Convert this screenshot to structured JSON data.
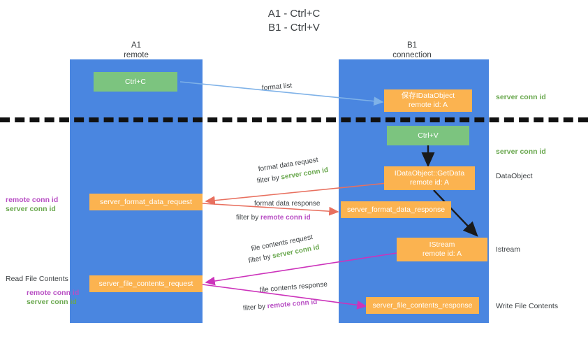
{
  "title": "A1 - Ctrl+C\nB1 - Ctrl+V",
  "columns": {
    "a1": "A1\nremote",
    "b1": "B1\nconnection"
  },
  "boxes": {
    "ctrl_c": "Ctrl+C",
    "ctrl_v": "Ctrl+V",
    "save_idataobject_l1": "保存IDataObject",
    "save_idataobject_l2": "remote id: A",
    "getdata_l1": "IDataObject::GetData",
    "getdata_l2": "remote id: A",
    "istream_l1": "IStream",
    "istream_l2": "remote id: A",
    "server_format_data_request": "server_format_data_request",
    "server_format_data_response": "server_format_data_response",
    "server_file_contents_request": "server_file_contents_request",
    "server_file_contents_response": "server_file_contents_response"
  },
  "edges": {
    "format_list": "format list",
    "format_data_request": "format data request",
    "format_data_request_filter_prefix": "filter by ",
    "format_data_request_filter_key": "server conn id",
    "format_data_response": "format data response",
    "format_data_response_filter_prefix": "filter by ",
    "format_data_response_filter_key": "remote conn id",
    "file_contents_request": "file contents request",
    "file_contents_request_filter_prefix": "filter by ",
    "file_contents_request_filter_key": "server conn id",
    "file_contents_response": "file contents response",
    "file_contents_response_filter_prefix": "filter by ",
    "file_contents_response_filter_key": "remote conn id"
  },
  "right_labels": {
    "server_conn_id_top": "server conn id",
    "server_conn_id_mid": "server conn id",
    "dataobject": "DataObject",
    "istream": "Istream",
    "write_file_contents": "Write File Contents"
  },
  "left_labels": {
    "remote_conn_id_1": "remote conn id",
    "server_conn_id_1": "server conn id",
    "read_file_contents": "Read File Contents",
    "remote_conn_id_2": "remote conn id",
    "server_conn_id_2": "server conn id"
  },
  "colors": {
    "lane": "#4a86e0",
    "green_box": "#7cc47f",
    "orange_box": "#fbb350",
    "green_text": "#6aa84f",
    "pink_text": "#b84fc4",
    "arrow_light_blue": "#7fb2e8",
    "arrow_red": "#e8705f",
    "arrow_magenta": "#cc33bb",
    "arrow_black": "#1a1a1a",
    "background": "#ffffff"
  }
}
